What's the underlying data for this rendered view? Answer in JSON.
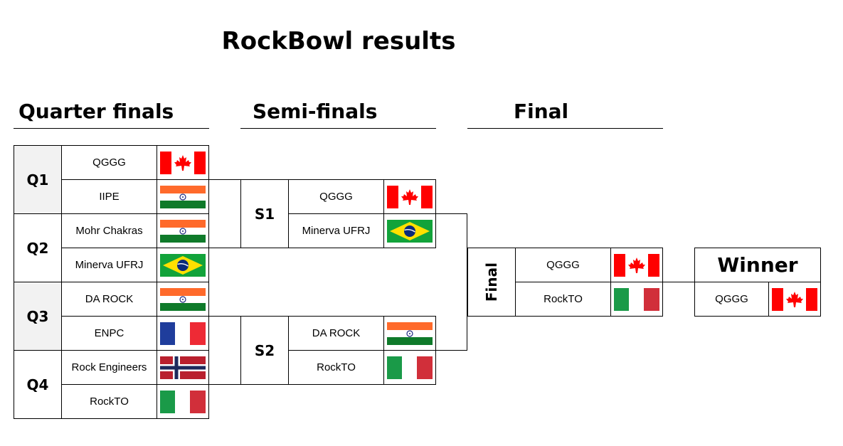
{
  "title": "RockBowl results",
  "columns": {
    "quarter": "Quarter finals",
    "semi": "Semi-finals",
    "final": "Final"
  },
  "quarterfinals": [
    {
      "label": "Q1",
      "teams": [
        {
          "name": "QGGG",
          "flag": "canada-flag"
        },
        {
          "name": "IIPE",
          "flag": "india-flag"
        }
      ]
    },
    {
      "label": "Q2",
      "teams": [
        {
          "name": "Mohr Chakras",
          "flag": "india-flag"
        },
        {
          "name": "Minerva UFRJ",
          "flag": "brazil-flag"
        }
      ]
    },
    {
      "label": "Q3",
      "teams": [
        {
          "name": "DA ROCK",
          "flag": "india-flag"
        },
        {
          "name": "ENPC",
          "flag": "france-flag"
        }
      ]
    },
    {
      "label": "Q4",
      "teams": [
        {
          "name": "Rock Engineers",
          "flag": "norway-flag"
        },
        {
          "name": "RockTO",
          "flag": "italy-flag"
        }
      ]
    }
  ],
  "semifinals": [
    {
      "label": "S1",
      "teams": [
        {
          "name": "QGGG",
          "flag": "canada-flag"
        },
        {
          "name": "Minerva UFRJ",
          "flag": "brazil-flag"
        }
      ]
    },
    {
      "label": "S2",
      "teams": [
        {
          "name": "DA ROCK",
          "flag": "india-flag"
        },
        {
          "name": "RockTO",
          "flag": "italy-flag"
        }
      ]
    }
  ],
  "final": {
    "label": "Final",
    "teams": [
      {
        "name": "QGGG",
        "flag": "canada-flag"
      },
      {
        "name": "RockTO",
        "flag": "italy-flag"
      }
    ]
  },
  "winner": {
    "label": "Winner",
    "team": {
      "name": "QGGG",
      "flag": "canada-flag"
    }
  },
  "flag_colors": {
    "canada_red": "#ff0000",
    "india_saffron": "#ff6a2b",
    "india_green": "#0f7a2a",
    "india_chakra": "#1f2a80",
    "brazil_green": "#12a33a",
    "brazil_yellow": "#ffe000",
    "brazil_blue": "#0b2a7a",
    "france_blue": "#1f3d9c",
    "france_red": "#ee2a35",
    "italy_green": "#1a9a48",
    "italy_red": "#d12f3a",
    "norway_red": "#b9202e",
    "norway_blue": "#1d2a5c"
  }
}
